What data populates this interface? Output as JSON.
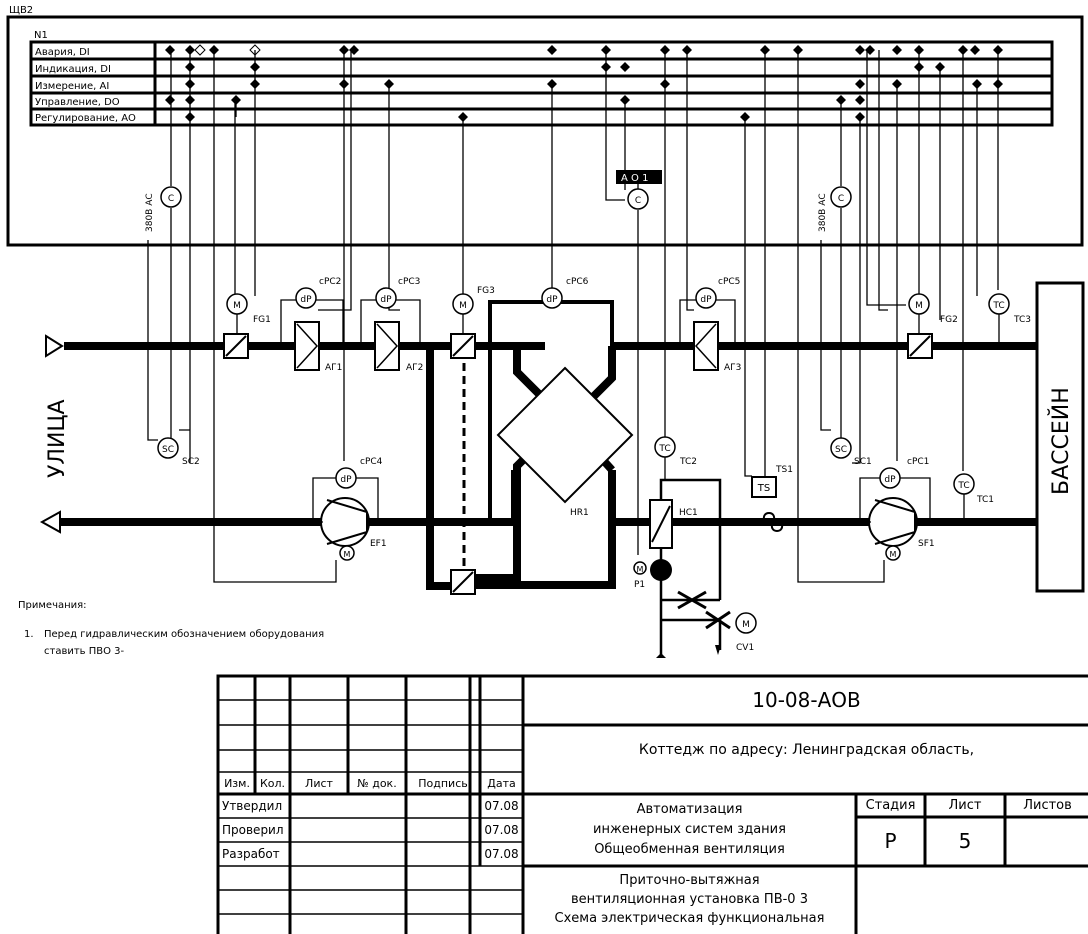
{
  "cabinet": {
    "label": "ЩВ2",
    "panel": "N1",
    "rows": [
      "Авария, DI",
      "Индикация, DI",
      "Измерение, AI",
      "Управление, DO",
      "Регулирование, AO"
    ]
  },
  "labels": {
    "v380a": "380В АС",
    "v380b": "380В АС",
    "ao1": "А О 1",
    "street": "УЛИЦА",
    "pool": "БАССЕЙН",
    "fg1": "FG1",
    "fg2": "FG2",
    "fg3": "FG3",
    "ag1": "АГ1",
    "ag2": "АГ2",
    "ag3": "АГ3",
    "cpc2": "сРС2",
    "cpc3": "сРС3",
    "cpc4": "сРС4",
    "cpc5": "сРС5",
    "cpc6": "сРС6",
    "cpc1": "сРС1",
    "tc3": "TC3",
    "tc2": "TC2",
    "tc1": "TC1",
    "ts1": "TS1",
    "ts": "TS",
    "sc2": "SC2",
    "sc1": "SC1",
    "sc": "SC",
    "tc": "TC",
    "m": "M",
    "dp": "dP",
    "c": "С",
    "hr1": "HR1",
    "hc1": "HC1",
    "ef1": "EF1",
    "sf1": "SF1",
    "p1": "P1",
    "cv1": "CV1"
  },
  "notes": {
    "title": "Примечания:",
    "num": "1.",
    "line1": "Перед гидравлическим обозначением оборудования",
    "line2": "ставить ПВО 3-"
  },
  "stamp": {
    "code": "10-08-АОВ",
    "object": "Коттедж по адресу: Ленинградская область,",
    "headers": [
      "Изм.",
      "Кол.",
      "Лист",
      "№ док.",
      "Подпись",
      "Дата"
    ],
    "roles": [
      "Утвердил",
      "Проверил",
      "Разработ"
    ],
    "dates": [
      "07.08",
      "07.08",
      "07.08"
    ],
    "section": [
      "Автоматизация",
      "инженерных систем здания",
      "Общеобменная вентиляция"
    ],
    "stage_h": "Стадия",
    "sheet_h": "Лист",
    "sheets_h": "Листов",
    "stage": "Р",
    "sheet": "5",
    "title": [
      "Приточно-вытяжная",
      "вентиляционная установка ПВ-0 3",
      "Схема электрическая функциональная"
    ]
  }
}
